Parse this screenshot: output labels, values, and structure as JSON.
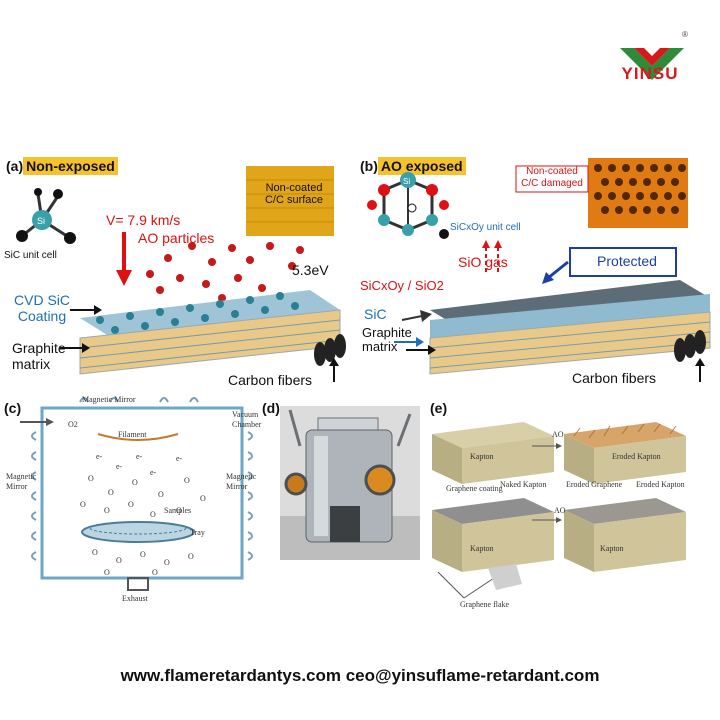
{
  "brand": {
    "name": "YINSU",
    "reg": "®"
  },
  "panel_a": {
    "tag": "(a)",
    "title": "Non-exposed",
    "unit_cell_atom": "Si",
    "unit_cell_corner": "C",
    "unit_cell_label": "SiC unit cell",
    "velocity": "V= 7.9 km/s",
    "particles": "AO particles",
    "energy": "5.3eV",
    "coating_line1": "CVD SiC",
    "coating_line2": "Coating",
    "matrix_line1": "Graphite",
    "matrix_line2": "matrix",
    "fibers": "Carbon fibers",
    "surface_line1": "Non-coated",
    "surface_line2": "C/C surface"
  },
  "panel_b": {
    "tag": "(b)",
    "title": "AO exposed",
    "unit_cell_atom": "Si",
    "unit_cell_label": "SiCxOy unit cell",
    "damaged_line1": "Non-coated",
    "damaged_line2": "C/C damaged",
    "gas": "SiO gas",
    "protected": "Protected",
    "layer": "SiCxOy / SiO2",
    "sic": "SiC",
    "matrix_line1": "Graphite",
    "matrix_line2": "matrix",
    "fibers": "Carbon fibers"
  },
  "panel_c": {
    "tag": "(c)",
    "magnetic_mirror_top": "Magnetic Mirror",
    "magnetic_mirror_left_1": "Magnetic",
    "magnetic_mirror_left_2": "Mirror",
    "magnetic_mirror_right_1": "Magnetic",
    "magnetic_mirror_right_2": "Mirror",
    "vacuum_1": "Vacuum",
    "vacuum_2": "Chamber",
    "o2": "O2",
    "filament": "Filament",
    "samples": "Samples",
    "tray": "Tray",
    "exhaust": "Exhaust",
    "particle_o": "O",
    "particle_e": "e-"
  },
  "panel_d": {
    "tag": "(d)"
  },
  "panel_e": {
    "tag": "(e)",
    "kapton": "Kapton",
    "ao": "AO",
    "eroded_kapton": "Eroded Kapton",
    "graphene_coating": "Graphene coating",
    "naked_kapton": "Naked Kapton",
    "eroded_graphene": "Eroded Graphene",
    "eroded_kapton_2": "Eroded Kapton",
    "graphene_flake": "Graphene flake"
  },
  "caption": "www.flameretardantys.com ceo@yinsuflame-retardant.com"
}
